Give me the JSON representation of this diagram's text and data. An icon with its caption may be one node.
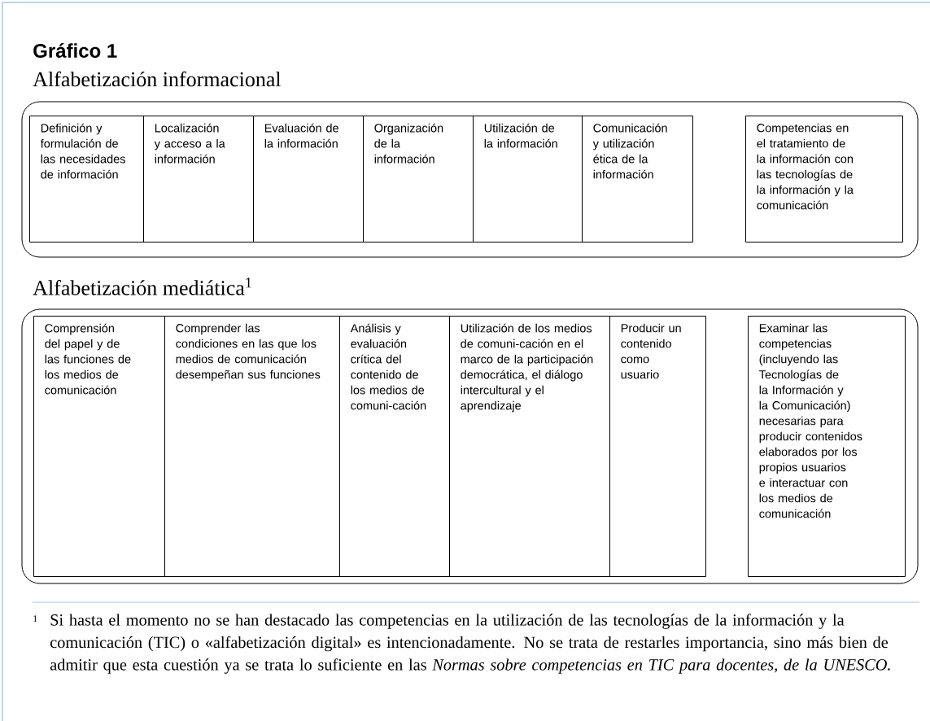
{
  "diagram": {
    "title": "Gráfico 1",
    "nodes": [
      {
        "text": [
          "Alfabetización informacional"
        ]
      },
      {
        "text": [
          "Definición y formulación de las necesidades de información"
        ],
        "in": 0
      },
      {
        "text": [
          "Localización y acceso a la información"
        ],
        "in": 0
      },
      {
        "text": [
          "Evaluación de la información"
        ],
        "in": 0
      },
      {
        "text": [
          "Organización de la información"
        ],
        "in": 0
      },
      {
        "text": [
          "Utilización de la información"
        ],
        "in": 0
      },
      {
        "text": [
          "Comunicación y utilización ética de la información"
        ],
        "in": 0
      },
      {
        "text": [
          "Competencias en el tratamiento de la información con las tecnologías de la información y la comunicación"
        ],
        "in": 0
      },
      {
        "text": [
          "Alfabetización mediática$^{1}$"
        ]
      },
      {
        "text": [
          "Comprensión del papel y de las funciones de los medios de comunicación"
        ],
        "in": 8
      },
      {
        "text": [
          "Comprender las condiciones en las que los medios de comunicación desempeñan sus funciones"
        ],
        "in": 8
      },
      {
        "text": [
          "Análisis y evaluación crítica del contenido de los medios de comuni-cación"
        ],
        "in": 8
      },
      {
        "text": [
          "Utilización de los medios de comuni-cación en el marco de la participación democrática, el diálogo intercultural y el aprendizaje"
        ],
        "in": 8
      },
      {
        "text": [
          "Producir un contenido como usuario"
        ],
        "in": 8
      },
      {
        "text": [
          "Examinar las competencias (incluyendo las Tecnologías de la Información y la Comunicación) necesarias para producir contenidos elaborados por los propios usuarios e interactuar con los medios de comunicación"
        ],
        "in": 8
      }
    ],
    "labels": [
      "1",
      "Si hasta el momento no se han destacado las competencias en la utilización de las tecnologías de la información y la comunicación (TIC) o «alfabetización digital» es intencionadamente. No se trata de restarles importancia, sino más bien de admitir que esta cuestión ya se trata lo suficiente en las *Normas sobre competencias en TIC para docentes, de la UNESCO.*"
    ]
  }
}
